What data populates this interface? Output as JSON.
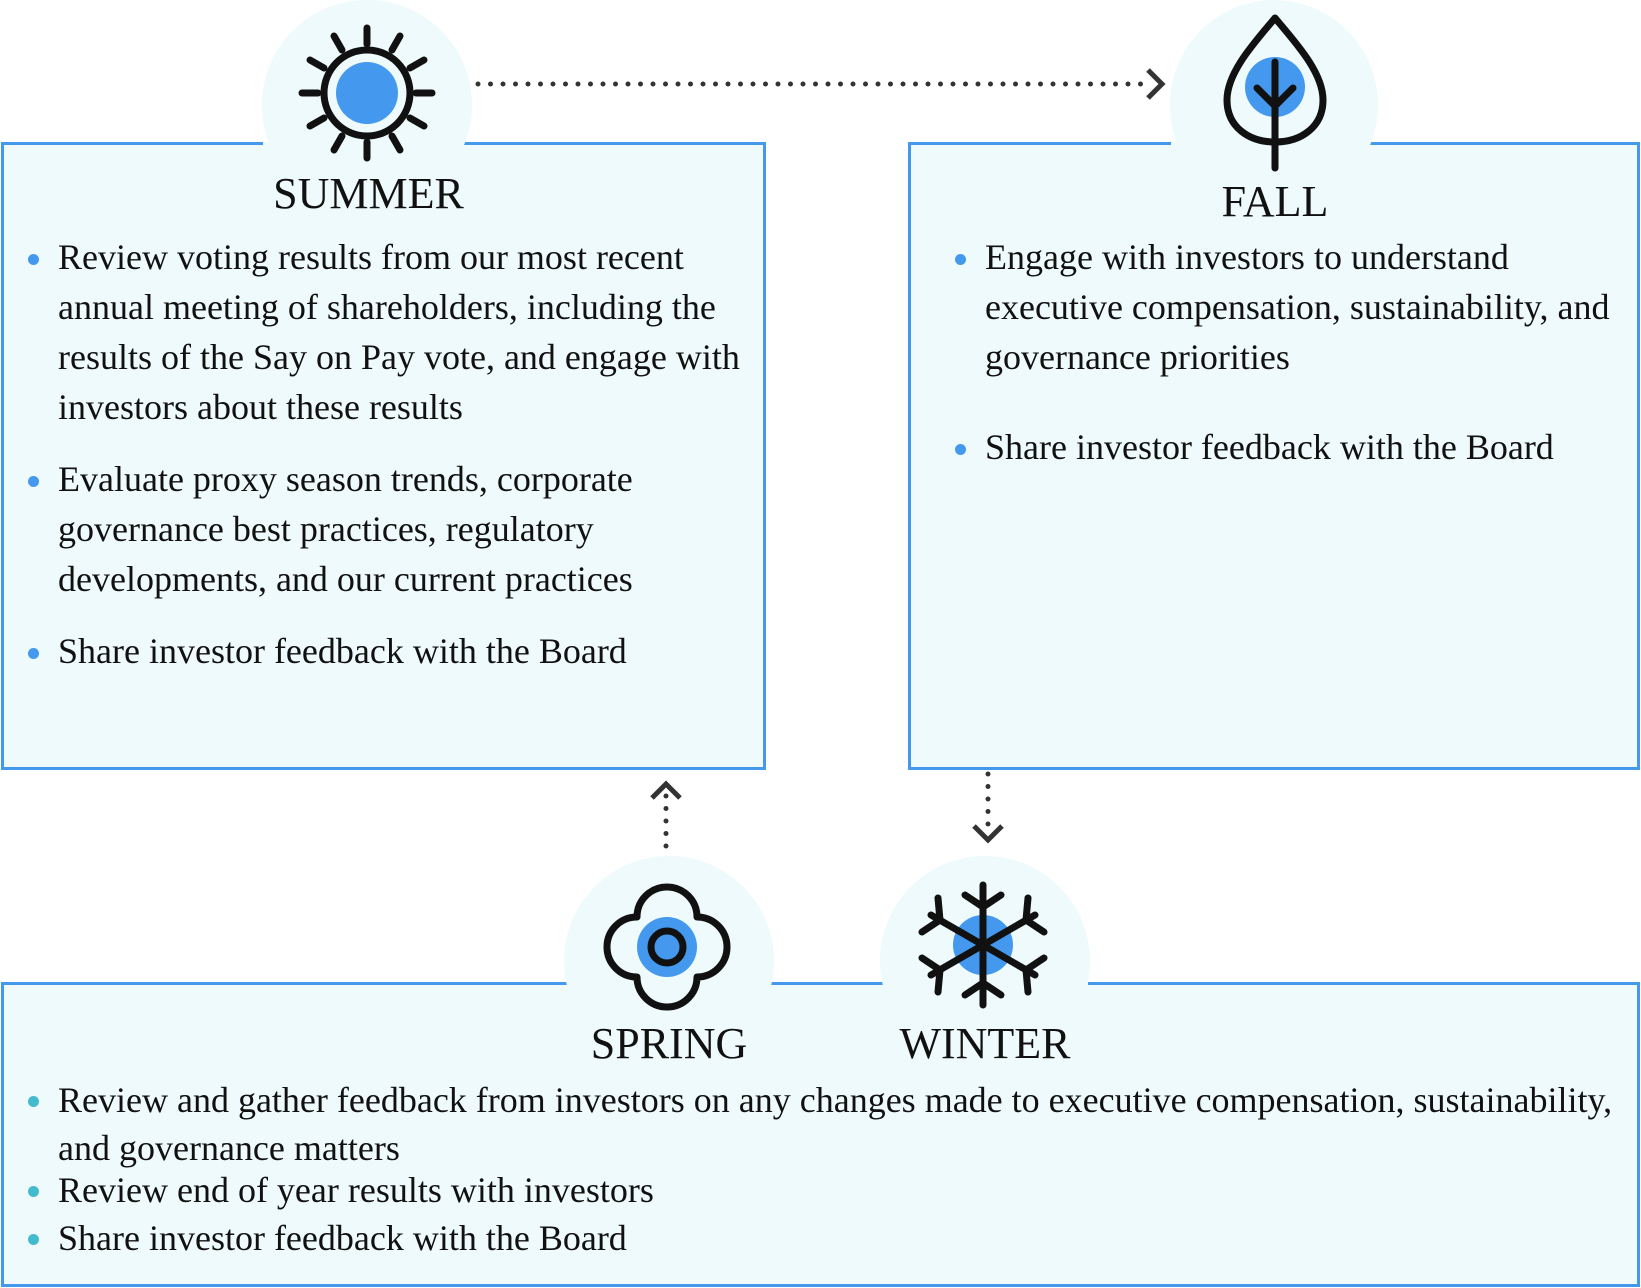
{
  "colors": {
    "box_fill": "#eefafb",
    "box_border": "#4499ee",
    "accent_blue": "#4499ee",
    "bullet_blue": "#4499ee",
    "bullet_teal": "#44bbcc",
    "icon_stroke": "#111111"
  },
  "seasons": {
    "summer": {
      "title": "SUMMER",
      "icon": "sun-icon",
      "items": [
        "Review voting results from our most recent annual meeting of shareholders, including the results of the Say on Pay vote, and engage with investors about these results",
        "Evaluate proxy season trends, corporate governance best practices, regulatory developments, and our current practices",
        "Share investor feedback with the Board"
      ]
    },
    "fall": {
      "title": "FALL",
      "icon": "leaf-icon",
      "items": [
        "Engage with investors to understand executive compensation, sustainability, and governance priorities",
        "Share investor feedback with the Board"
      ]
    },
    "spring": {
      "title": "SPRING",
      "icon": "flower-icon"
    },
    "winter": {
      "title": "WINTER",
      "icon": "snowflake-icon"
    },
    "spring_winter": {
      "items": [
        "Review and gather feedback from investors on any changes made to executive compensation, sustainability, and governance matters",
        "Review end of year results with investors",
        "Share investor feedback with the Board"
      ]
    }
  },
  "connectors": [
    {
      "from": "summer",
      "to": "fall",
      "style": "dotted-arrow"
    },
    {
      "from": "fall",
      "to": "winter",
      "style": "dotted-arrow"
    },
    {
      "from": "spring",
      "to": "summer",
      "style": "dotted-arrow"
    }
  ]
}
